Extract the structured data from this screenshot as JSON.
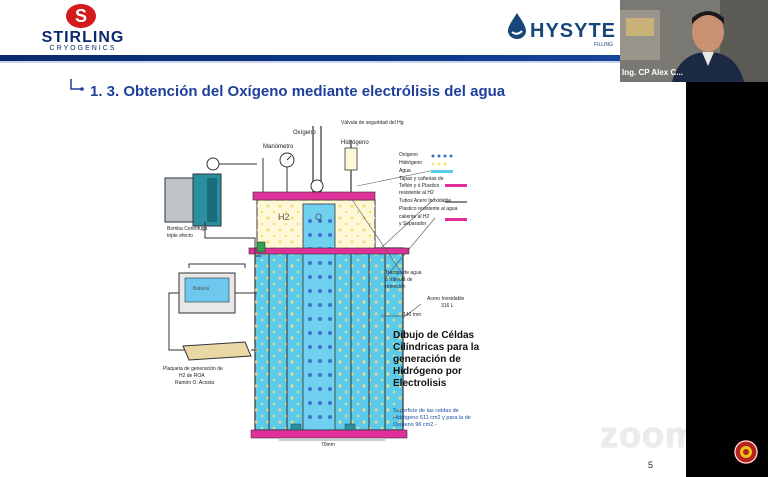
{
  "brand": {
    "left_logo_letter": "S",
    "left_logo_name": "STIRLING",
    "left_logo_sub": "CRYOGENICS",
    "right_logo_name": "HYSYTE",
    "right_logo_sub": "FILLING"
  },
  "slide": {
    "title": "1. 3. Obtención del Oxígeno mediante electrólisis del agua",
    "page_number": "5",
    "description": [
      "Dibujo de Céldas",
      "Cilíndricas para la",
      "generación de",
      "Hidrógeno por",
      "Electrolisis"
    ],
    "surface_note": [
      "Superficie de las celdas de",
      "Hidrógeno 611 cm2  y para la de",
      "Oxígeno 96 cm2.-"
    ]
  },
  "diagram": {
    "labels": {
      "oxygen": "Oxígeno",
      "manometer": "Manómetro",
      "hydrogen": "Hidrógeno",
      "safety_valve": "Válvula de seguridad del Hg",
      "pump_1": "Bomba Centrifuga",
      "pump_2": "triple efecto",
      "battery": "Batería",
      "board_1": "Plaqueta de generación de",
      "board_2": "H2  de ROA",
      "board_3": "Ramón O. Acosta",
      "trap_1": "Trampa de agua",
      "trap_2": "ó Válvula de",
      "trap_3": "retención",
      "steel_1": "Acero Inoxidable",
      "steel_2": "316 L",
      "dim_width": "140 mm",
      "dim_bottom": "70mm",
      "cell_h2": "H2",
      "cell_o2": "O"
    },
    "legend": [
      "Oxígeno",
      "Hidrógeno",
      "Agua",
      "Tapas y cañerias de",
      "Teflón y ó Plastico",
      "resistente al H2",
      "Tubos Acero Inoxidable",
      "Plastico resistente al agua",
      "caliente      al H2",
      "y  Separador"
    ]
  },
  "video": {
    "participant_name": "Ing. CP Alex C..."
  },
  "watermark": {
    "text": "zoom"
  },
  "colors": {
    "title": "#1e3f9a",
    "header_band": "#0a2a6b",
    "water": "#5ccbeb",
    "teflon_cap": "#e0309a",
    "hydrogen_dot": "#f2e27a",
    "oxygen_dot": "#3f6fc9"
  }
}
